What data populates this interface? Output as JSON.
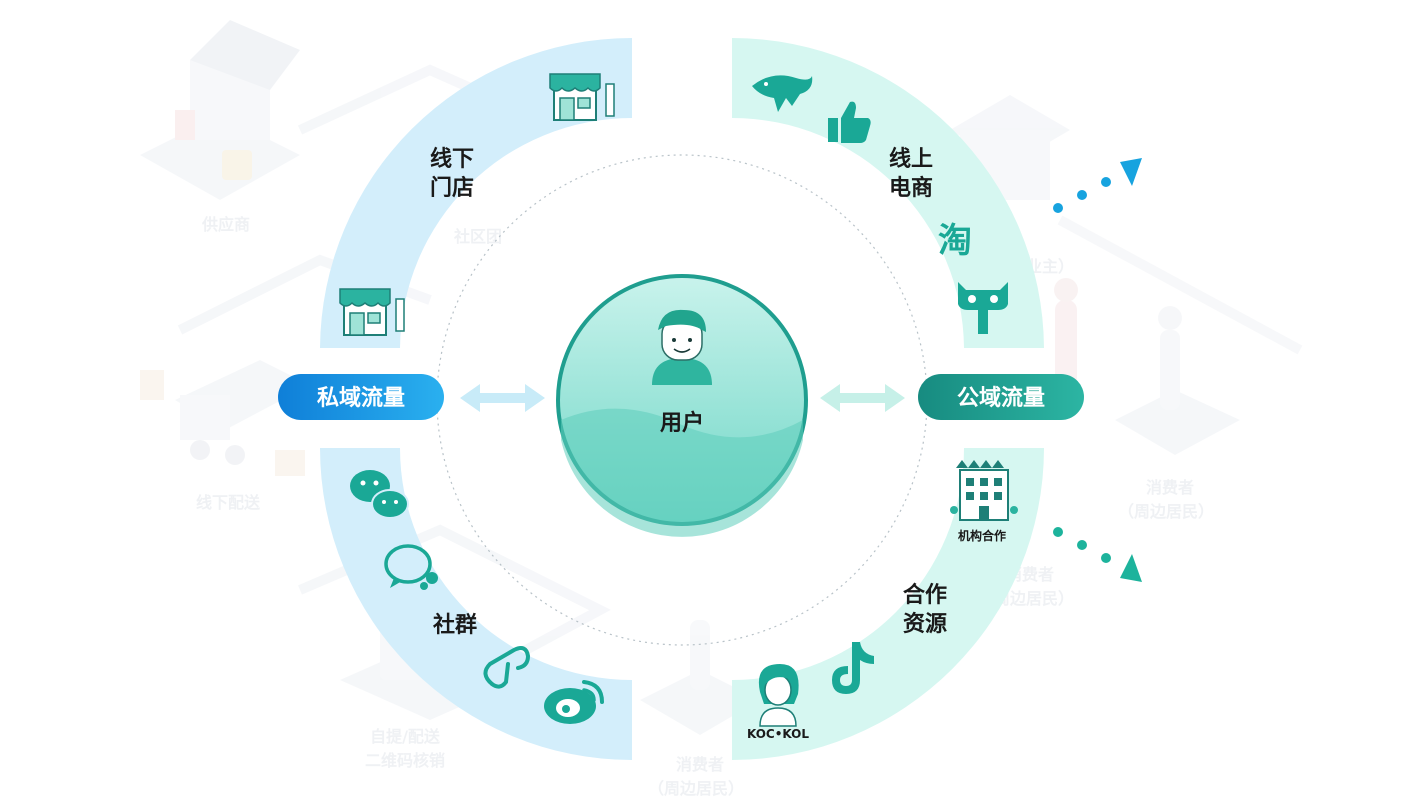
{
  "diagram": {
    "center": {
      "label": "用户"
    },
    "left_pill": {
      "label": "私域流量",
      "color": "#1a8fe0"
    },
    "right_pill": {
      "label": "公域流量",
      "color": "#1f9e90"
    },
    "segments": {
      "offline_store": {
        "line1": "线下",
        "line2": "门店"
      },
      "online_ecommerce": {
        "line1": "线上",
        "line2": "电商"
      },
      "community": {
        "line1": "社群"
      },
      "partner_resources": {
        "line1": "合作",
        "line2": "资源"
      }
    },
    "badges": {
      "institution": "机构合作",
      "koc_kol": "KOC•KOL"
    },
    "icons": [
      "store-icon",
      "whale-icon",
      "thumbs-up-icon",
      "taobao-icon",
      "tmall-icon",
      "wechat-icon",
      "community-chat-icon",
      "miniprogram-icon",
      "weibo-icon",
      "building-icon",
      "tiktok-icon",
      "influencer-avatar-icon",
      "user-avatar-icon"
    ],
    "colors": {
      "private": "#d3eefb",
      "public": "#d6f7f1",
      "accent_teal": "#1aa896",
      "accent_blue": "#1aa3e0"
    }
  },
  "background": {
    "labels": {
      "supplier": "供应商",
      "community_group": "社区团",
      "owner": "业主）",
      "offline_delivery": "线下配送",
      "pickup_line1": "自提/配送",
      "pickup_line2": "二维码核销",
      "consumer_a_line1": "消费者",
      "consumer_a_line2": "（周边居民）",
      "consumer_b_line1": "消费者",
      "consumer_b_line2": "（周边居民）",
      "consumer_c_line1": "消费者",
      "consumer_c_line2": "（周边居民）"
    }
  }
}
